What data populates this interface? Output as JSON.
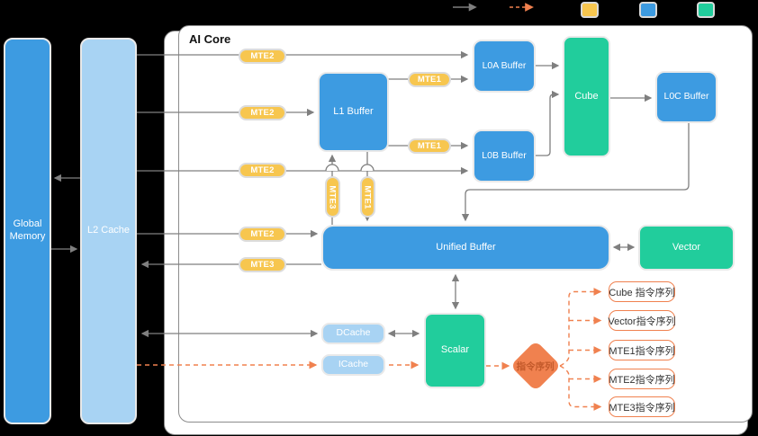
{
  "legend": {
    "items": [
      {
        "name": "solid-arrow",
        "color": "#7f7f7f",
        "style": "solid"
      },
      {
        "name": "dashed-arrow",
        "color": "#f0814f",
        "style": "dashed"
      },
      {
        "name": "mte-color-swatch",
        "color": "#f7c64f"
      },
      {
        "name": "buffer-color-swatch",
        "color": "#3d9be1"
      },
      {
        "name": "compute-color-swatch",
        "color": "#21cd9c"
      }
    ]
  },
  "memory": {
    "global_memory": "Global Memory",
    "l2_cache": "L2 Cache"
  },
  "ai_core": {
    "title": "AI Core",
    "buffers": {
      "l1": "L1 Buffer",
      "l0a": "L0A Buffer",
      "l0b": "L0B Buffer",
      "l0c": "L0C Buffer",
      "unified": "Unified Buffer"
    },
    "units": {
      "cube": "Cube",
      "vector": "Vector",
      "scalar": "Scalar"
    },
    "caches": {
      "dcache": "DCache",
      "icache": "ICache"
    },
    "pills": {
      "row1": "MTE2",
      "row2": "MTE2",
      "row3": "MTE2",
      "row4": "MTE2",
      "row5": "MTE3",
      "l1_to_l0a": "MTE1",
      "l1_to_l0b": "MTE1",
      "vert_left": "MTE3",
      "vert_right": "MTE1"
    },
    "diamond": "指令序列",
    "queues": [
      "Cube 指令序列",
      "Vector指令序列",
      "MTE1指令序列",
      "MTE2指令序列",
      "MTE3指令序列"
    ]
  },
  "colors": {
    "blue": "#3d9be1",
    "light_blue": "#a8d3f3",
    "green": "#21cd9c",
    "yellow": "#f7c64f",
    "orange": "#f0814f",
    "line": "#7f7f7f"
  }
}
